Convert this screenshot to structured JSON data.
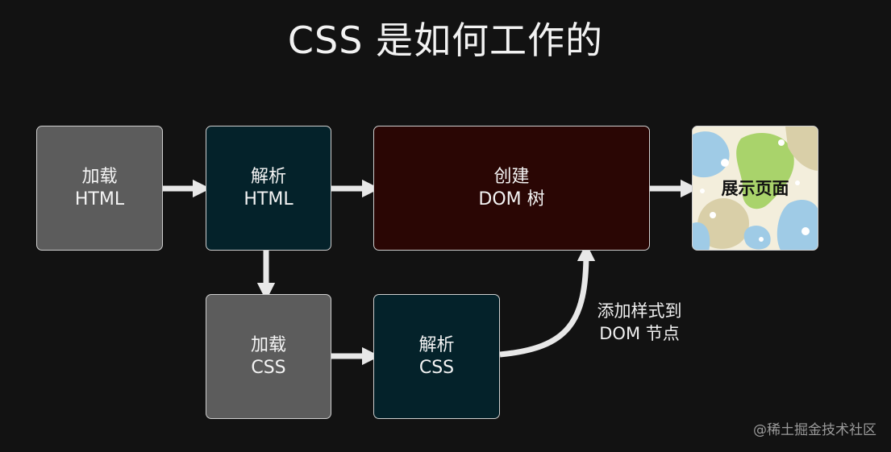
{
  "title": "CSS 是如何工作的",
  "nodes": {
    "load_html": {
      "line1": "加载",
      "line2": "HTML"
    },
    "parse_html": {
      "line1": "解析",
      "line2": "HTML"
    },
    "create_dom": {
      "line1": "创建",
      "line2": "DOM 树"
    },
    "display_page": {
      "label": "展示页面"
    },
    "load_css": {
      "line1": "加载",
      "line2": "CSS"
    },
    "parse_css": {
      "line1": "解析",
      "line2": "CSS"
    }
  },
  "edge_label": {
    "line1": "添加样式到",
    "line2": "DOM 节点"
  },
  "watermark": "@稀土掘金技术社区",
  "colors": {
    "background": "#121212",
    "gray_box": "#5c5c5c",
    "teal_box": "#04222a",
    "maroon_box": "#2a0604",
    "arrow": "#e8e8e8"
  }
}
